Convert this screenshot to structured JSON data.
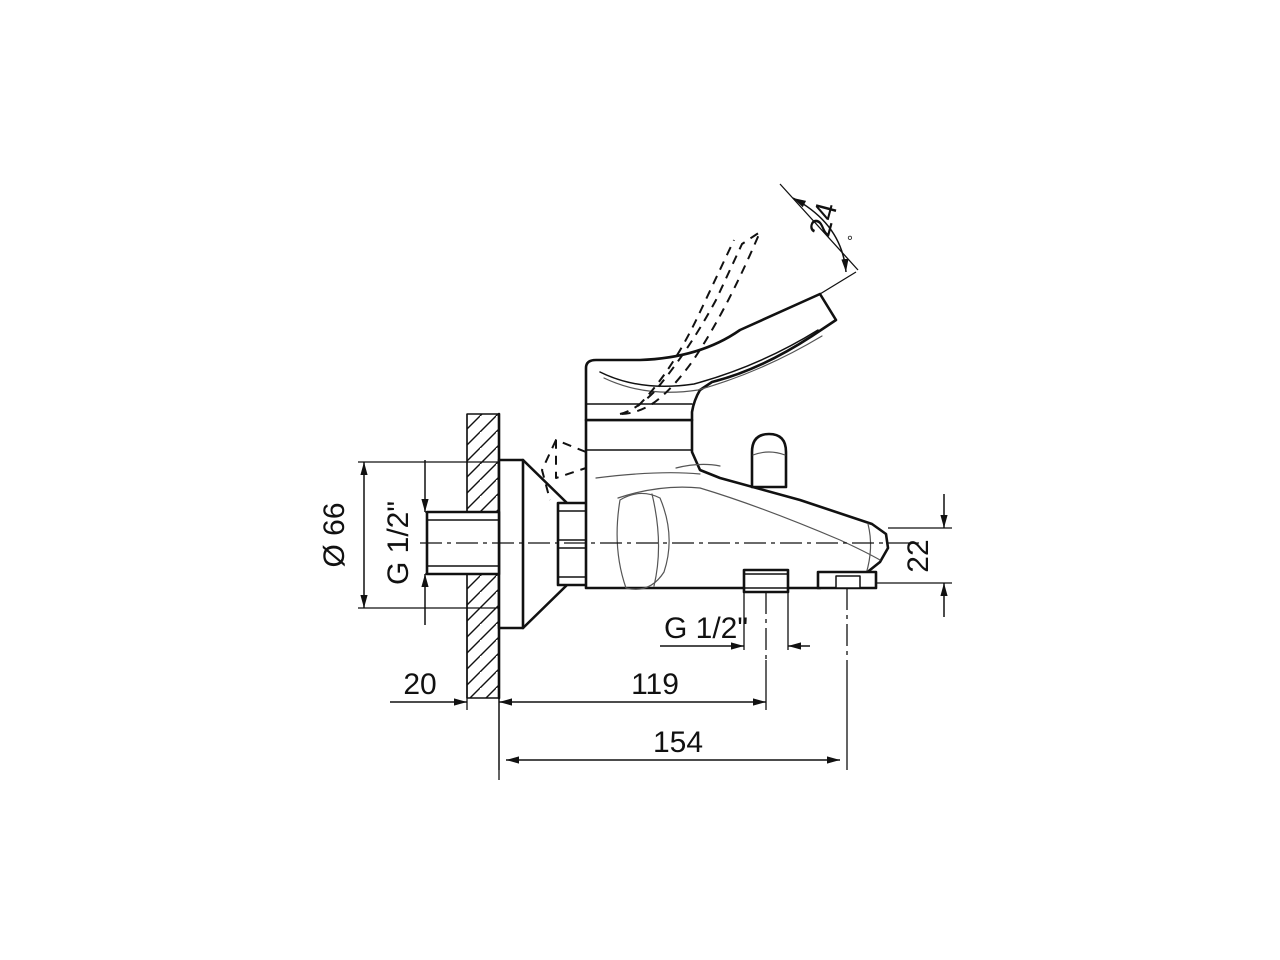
{
  "drawing": {
    "title": "Wall-mounted single-lever bath mixer - dimensioned elevation",
    "units_note": "",
    "line_color": "#111111",
    "background_color": "#ffffff"
  },
  "dimensions": {
    "escutcheon_diameter": {
      "label": "Ø 66",
      "symbol": "Ø",
      "value": "66",
      "orientation": "vertical",
      "name": "escutcheon-diameter"
    },
    "wall_offset": {
      "label": "20",
      "value": "20",
      "orientation": "horizontal",
      "name": "wall-offset"
    },
    "spout_projection": {
      "label": "119",
      "value": "119",
      "orientation": "horizontal",
      "name": "spout-projection"
    },
    "overall_projection": {
      "label": "154",
      "value": "154",
      "orientation": "horizontal",
      "name": "overall-projection"
    },
    "outlet_height": {
      "label": "22",
      "value": "22",
      "orientation": "vertical",
      "name": "outlet-height"
    },
    "handle_angle": {
      "label": "24",
      "value": "24",
      "unit": "°",
      "orientation": "arc",
      "name": "handle-lift-angle"
    },
    "inlet_thread": {
      "label": "G 1/2\"",
      "value": "G 1/2\"",
      "orientation": "vertical",
      "name": "inlet-thread"
    },
    "outlet_thread": {
      "label": "G 1/2\"",
      "value": "G 1/2\"",
      "orientation": "horizontal",
      "name": "outlet-thread"
    }
  },
  "parts": {
    "wall": "wall-section",
    "escutcheon": "escutcheon-cone",
    "inlet_nipple": "inlet-nipple-thread",
    "body": "mixer-body",
    "spout": "spout",
    "lever": "lever-handle",
    "lever_alt": "lever-handle-raised-position",
    "diverter": "diverter-knob",
    "shower_outlet": "shower-outlet-thread",
    "aerator": "aerator"
  }
}
